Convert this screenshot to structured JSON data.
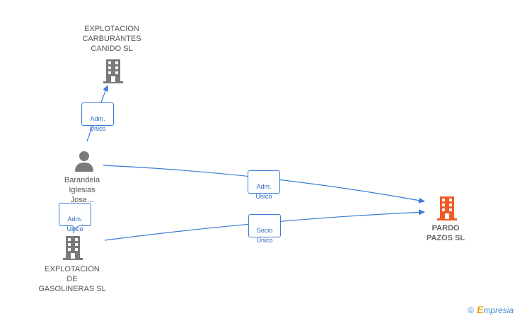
{
  "nodes": {
    "explotacion_carburantes": {
      "label": "EXPLOTACION\nCARBURANTES\nCANIDO SL"
    },
    "barandela": {
      "label": "Barandela\nIglesias\nJose..."
    },
    "explotacion_gasolineras": {
      "label": "EXPLOTACION\nDE\nGASOLINERAS SL"
    },
    "pardo_pazos": {
      "label": "PARDO\nPAZOS SL"
    }
  },
  "edges": {
    "adm_unico_carburantes": {
      "label": "Adm.\nUnico"
    },
    "adm_unico_pardo": {
      "label": "Adm.\nUnico"
    },
    "adm_unico_gasolineras": {
      "label": "Adm.\nUnico"
    },
    "socio_unico_pardo": {
      "label": "Socio\nÚnico"
    }
  },
  "colors": {
    "company_icon": "#7a7a7a",
    "main_company_icon": "#f05a28",
    "person_icon": "#7a7a7a",
    "edge": "#3a7bd5"
  },
  "footer": {
    "copyright_symbol": "©",
    "brand_initial": "E",
    "brand_rest": "mpresia"
  }
}
